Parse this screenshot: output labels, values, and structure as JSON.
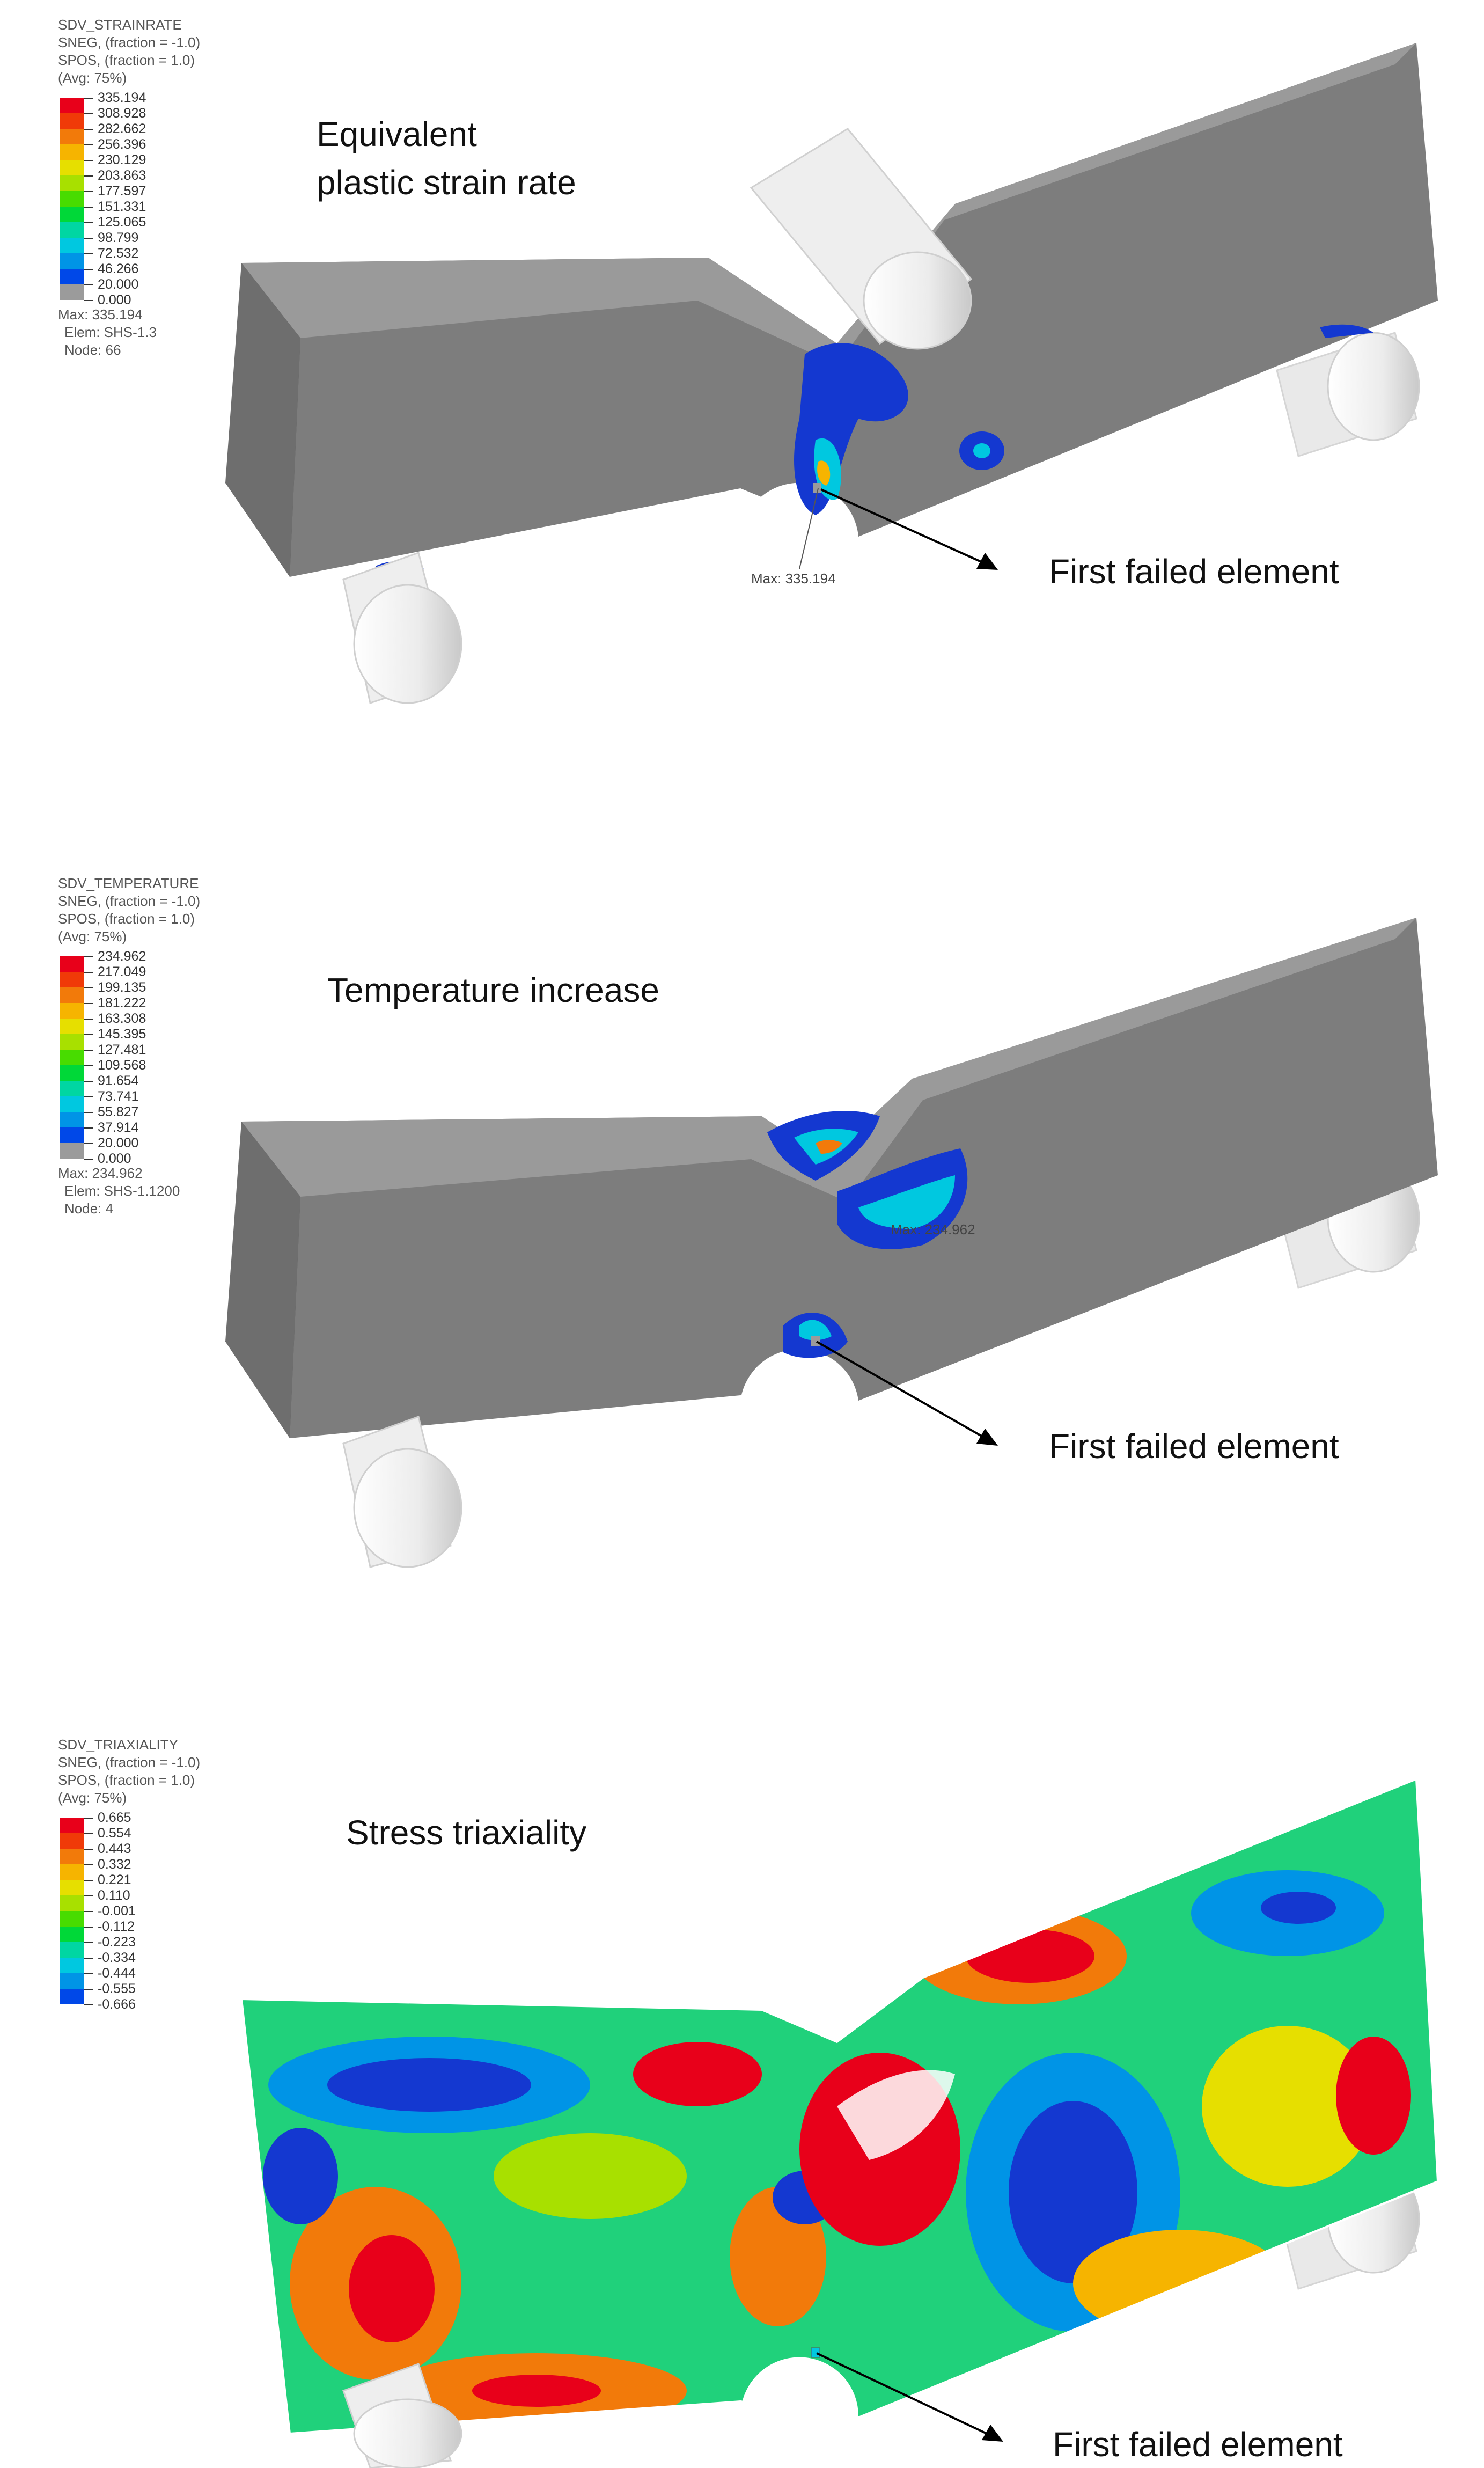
{
  "panels": [
    {
      "legend": {
        "variable": "SDV_STRAINRATE",
        "sneg": "SNEG, (fraction = -1.0)",
        "spos": "SPOS, (fraction = 1.0)",
        "avg": "(Avg: 75%)",
        "values": [
          "335.194",
          "308.928",
          "282.662",
          "256.396",
          "230.129",
          "203.863",
          "177.597",
          "151.331",
          "125.065",
          "98.799",
          "72.532",
          "46.266",
          "20.000",
          "0.000"
        ],
        "max": "Max: 335.194",
        "elem": "Elem: SHS-1.3",
        "node": "Node: 66"
      },
      "title_line1": "Equivalent",
      "title_line2": "plastic strain rate",
      "max_tag": "Max: 335.194",
      "failed_label": "First failed element"
    },
    {
      "legend": {
        "variable": "SDV_TEMPERATURE",
        "sneg": "SNEG, (fraction = -1.0)",
        "spos": "SPOS, (fraction = 1.0)",
        "avg": "(Avg: 75%)",
        "values": [
          "234.962",
          "217.049",
          "199.135",
          "181.222",
          "163.308",
          "145.395",
          "127.481",
          "109.568",
          "91.654",
          "73.741",
          "55.827",
          "37.914",
          "20.000",
          "0.000"
        ],
        "max": "Max: 234.962",
        "elem": "Elem: SHS-1.1200",
        "node": "Node: 4"
      },
      "title": "Temperature increase",
      "max_tag": "Max: 234.962",
      "failed_label": "First failed element"
    },
    {
      "legend": {
        "variable": "SDV_TRIAXIALITY",
        "sneg": "SNEG, (fraction = -1.0)",
        "spos": "SPOS, (fraction = 1.0)",
        "avg": "(Avg: 75%)",
        "values": [
          "0.665",
          "0.554",
          "0.443",
          "0.332",
          "0.221",
          "0.110",
          "-0.001",
          "-0.112",
          "-0.223",
          "-0.334",
          "-0.444",
          "-0.555",
          "-0.666"
        ]
      },
      "title": "Stress triaxiality",
      "failed_label": "First failed element"
    }
  ],
  "colors": {
    "scale_13": [
      "#e8001a",
      "#f03a08",
      "#f27a0a",
      "#f6b400",
      "#e6df00",
      "#a8e000",
      "#48dc00",
      "#00d838",
      "#00d6a2",
      "#00c8e0",
      "#0094e6",
      "#0048e8",
      "#1010cc"
    ],
    "below_threshold": "#9b9b9b",
    "beam_face_light": "#8a8a8a",
    "beam_face_dark": "#5e5e5e",
    "beam_top": "#9c9c9c"
  }
}
